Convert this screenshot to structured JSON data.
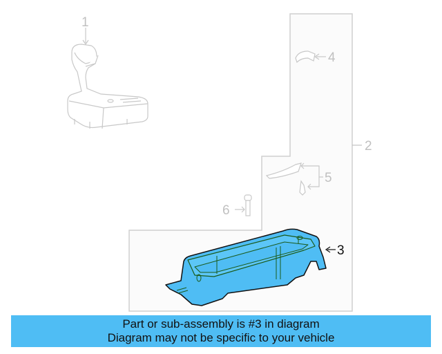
{
  "diagram": {
    "callouts": [
      {
        "number": "1",
        "part": "shift-knob-console-assembly",
        "highlighted": false
      },
      {
        "number": "2",
        "part": "console-outline-group",
        "highlighted": false
      },
      {
        "number": "3",
        "part": "console-tray",
        "highlighted": true
      },
      {
        "number": "4",
        "part": "trim-clip",
        "highlighted": false
      },
      {
        "number": "5",
        "part": "trim-and-screw",
        "highlighted": false
      },
      {
        "number": "6",
        "part": "pin-fastener",
        "highlighted": false
      }
    ],
    "colors": {
      "highlight_fill": "#4fbdf4",
      "highlight_edge": "#1a5a1a",
      "faded_line": "#c8c8c8"
    }
  },
  "banner": {
    "line1": "Part or sub-assembly is #3 in diagram",
    "line2": "Diagram may not be specific to your vehicle",
    "background": "#4fbdf4"
  }
}
